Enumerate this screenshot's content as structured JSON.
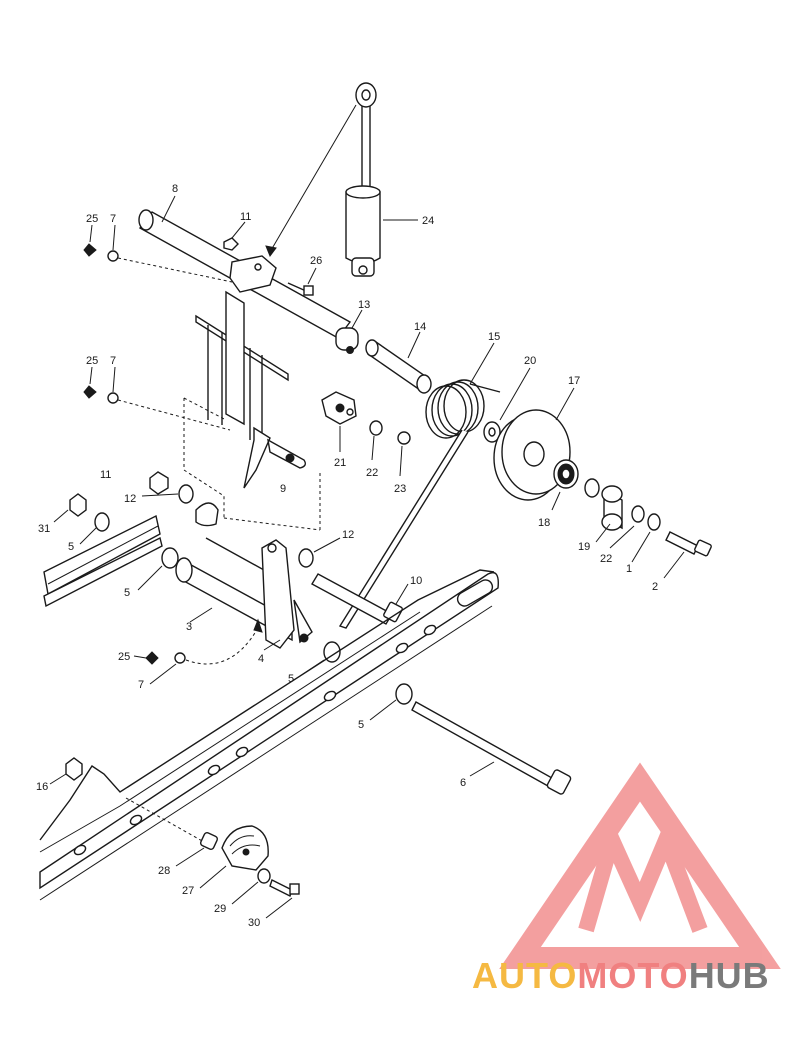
{
  "watermark": {
    "part1": "AUTO",
    "part2": "MOTO",
    "part3": "HUB",
    "color1": "#f5b942",
    "color2": "#f08080",
    "color3": "#7a7a7a",
    "logo_color": "#f08080"
  },
  "callouts": {
    "c1": "1",
    "c2": "2",
    "c3": "3",
    "c4": "4",
    "c5a": "5",
    "c5b": "5",
    "c5c": "5",
    "c5d": "5",
    "c6": "6",
    "c7a": "7",
    "c7b": "7",
    "c7c": "7",
    "c8": "8",
    "c9": "9",
    "c10": "10",
    "c11a": "11",
    "c11b": "11",
    "c12a": "12",
    "c12b": "12",
    "c13": "13",
    "c14": "14",
    "c15": "15",
    "c16": "16",
    "c17": "17",
    "c18": "18",
    "c19": "19",
    "c20": "20",
    "c21": "21",
    "c22a": "22",
    "c22b": "22",
    "c23": "23",
    "c24": "24",
    "c25a": "25",
    "c25b": "25",
    "c25c": "25",
    "c26": "26",
    "c27": "27",
    "c28": "28",
    "c29": "29",
    "c30": "30",
    "c31": "31"
  }
}
